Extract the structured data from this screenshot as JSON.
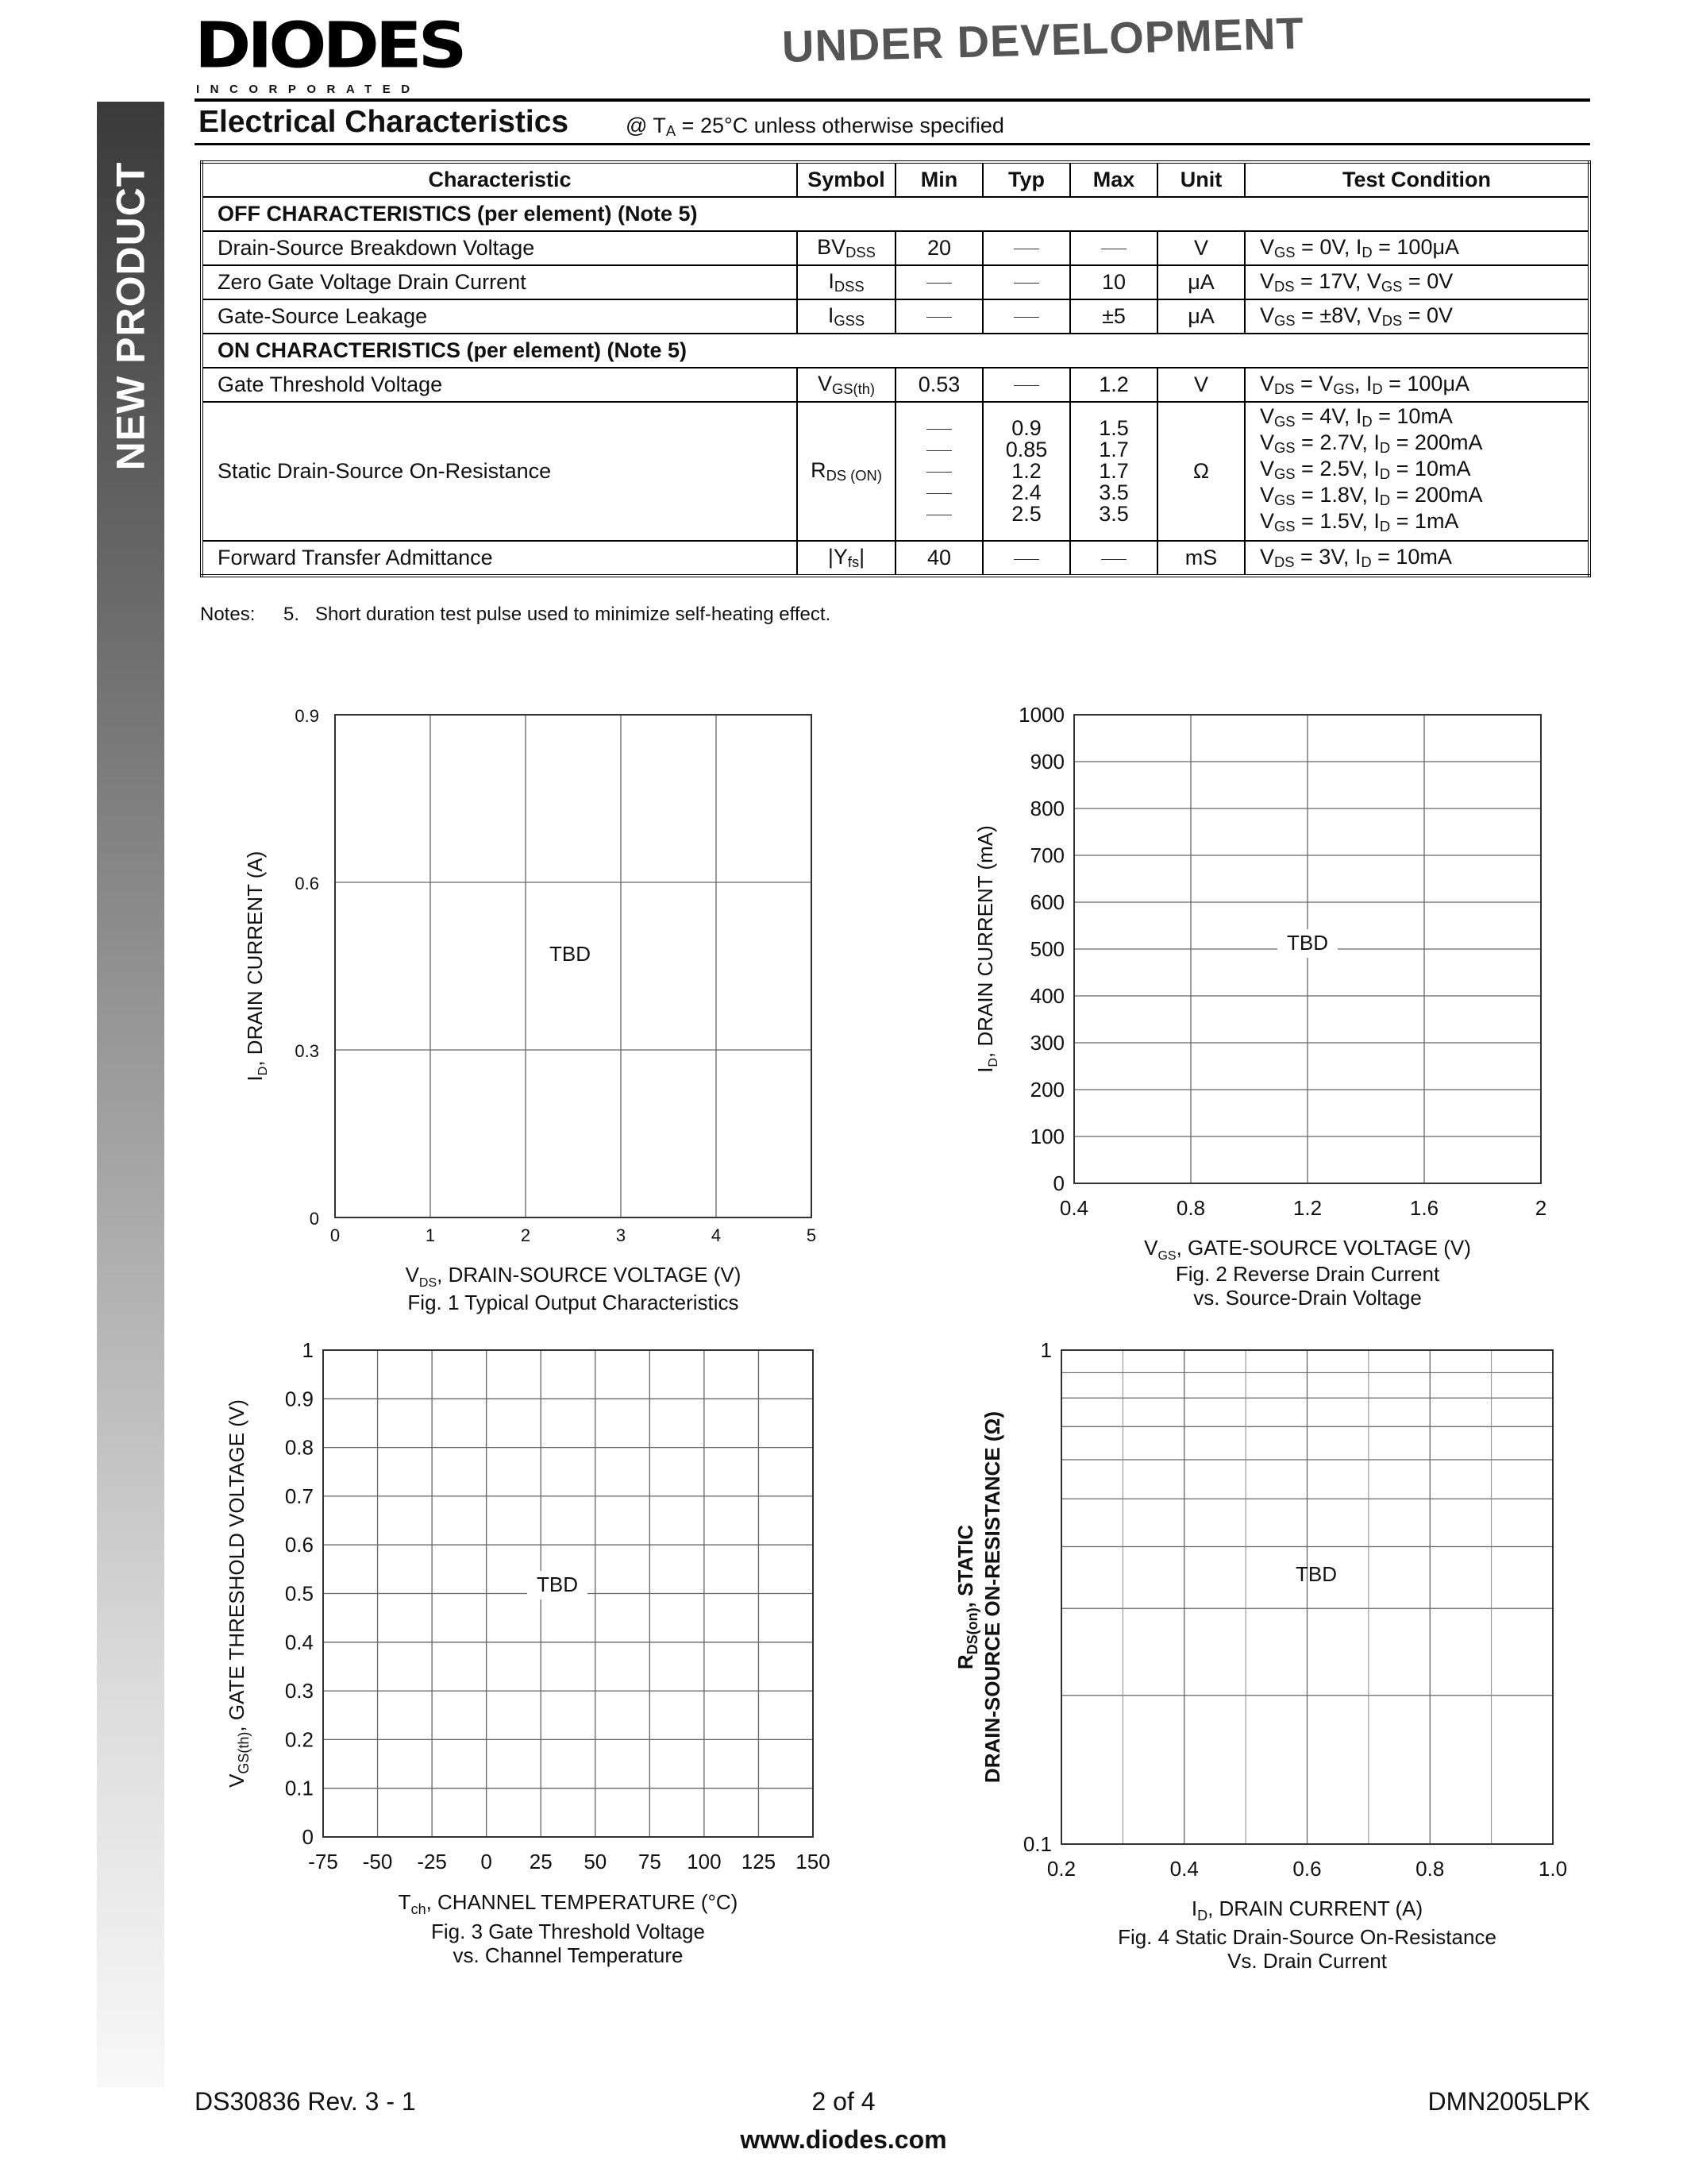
{
  "sidebar": {
    "label": "NEW PRODUCT"
  },
  "header": {
    "logo_text": "DIODES",
    "logo_sub": "INCORPORATED",
    "banner": "UNDER DEVELOPMENT"
  },
  "section": {
    "title": "Electrical Characteristics",
    "condition_prefix": "@ T",
    "condition_sub": "A",
    "condition_rest": " = 25°C unless otherwise specified"
  },
  "table": {
    "headers": [
      "Characteristic",
      "Symbol",
      "Min",
      "Typ",
      "Max",
      "Unit",
      "Test Condition"
    ],
    "off_section": "OFF CHARACTERISTICS (per element) (Note 5)",
    "on_section": "ON CHARACTERISTICS (per element) (Note 5)",
    "rows": [
      {
        "name": "Drain-Source Breakdown Voltage",
        "sym": "BV",
        "sym_sub": "DSS",
        "min": "20",
        "typ": "—",
        "max": "—",
        "unit": "V",
        "cond": "V<sub>GS</sub> = 0V, I<sub>D</sub> = 100μA"
      },
      {
        "name": "Zero Gate Voltage Drain Current",
        "sym": "I",
        "sym_sub": "DSS",
        "min": "—",
        "typ": "—",
        "max": "10",
        "unit": "μA",
        "cond": "V<sub>DS</sub> = 17V, V<sub>GS</sub> = 0V"
      },
      {
        "name": "Gate-Source Leakage",
        "sym": "I",
        "sym_sub": "GSS",
        "min": "—",
        "typ": "—",
        "max": "±5",
        "unit": "μA",
        "cond": "V<sub>GS</sub> = ±8V, V<sub>DS</sub> = 0V"
      },
      {
        "name": "Gate Threshold Voltage",
        "sym": "V",
        "sym_sub": "GS(th)",
        "min": "0.53",
        "typ": "—",
        "max": "1.2",
        "unit": "V",
        "cond": "V<sub>DS</sub> = V<sub>GS</sub>, I<sub>D</sub> = 100μA"
      },
      {
        "name": "Static Drain-Source On-Resistance",
        "sym": "R",
        "sym_sub": "DS (ON)",
        "min": [
          "—",
          "—",
          "—",
          "—",
          "—"
        ],
        "typ": [
          "0.9",
          "0.85",
          "1.2",
          "2.4",
          "2.5"
        ],
        "max": [
          "1.5",
          "1.7",
          "1.7",
          "3.5",
          "3.5"
        ],
        "unit": "Ω",
        "cond": [
          "V<sub>GS</sub> = 4V, I<sub>D</sub> = 10mA",
          "V<sub>GS</sub> = 2.7V, I<sub>D</sub> = 200mA",
          "V<sub>GS</sub> = 2.5V, I<sub>D</sub> = 10mA",
          "V<sub>GS</sub> = 1.8V, I<sub>D</sub> = 200mA",
          "V<sub>GS</sub> = 1.5V, I<sub>D</sub> = 1mA"
        ]
      },
      {
        "name": "Forward Transfer Admittance",
        "sym": "|Y",
        "sym_sub": "fs",
        "sym_post": "|",
        "min": "40",
        "typ": "—",
        "max": "—",
        "unit": "mS",
        "cond": "V<sub>DS</sub> = 3V, I<sub>D</sub> = 10mA"
      }
    ]
  },
  "notes": {
    "label": "Notes:",
    "number": "5.",
    "text": "Short duration test pulse used to minimize self-heating effect."
  },
  "chart_data": [
    {
      "type": "line",
      "placeholder": "TBD",
      "x_ticks": [
        "0",
        "1",
        "2",
        "3",
        "4",
        "5"
      ],
      "y_ticks": [
        "0",
        "0.3",
        "0.6",
        "0.9"
      ],
      "xlim": [
        0,
        5
      ],
      "ylim": [
        0,
        0.9
      ],
      "grid": true,
      "xlabel": "V<tspan font-size='16' dy='6'>DS</tspan><tspan dy='-6'>, DRAIN-SOURCE VOLTAGE (V)</tspan>",
      "ylabel": "I<tspan font-size='16' dy='6'>D</tspan><tspan dy='-6'>, DRAIN CURRENT (A)</tspan>",
      "caption": [
        "Fig. 1  Typical Output Characteristics"
      ]
    },
    {
      "type": "line",
      "placeholder": "TBD",
      "x_ticks": [
        "0.4",
        "0.8",
        "1.2",
        "1.6",
        "2"
      ],
      "y_ticks": [
        "0",
        "100",
        "200",
        "300",
        "400",
        "500",
        "600",
        "700",
        "800",
        "900",
        "1000"
      ],
      "xlim": [
        0.4,
        2
      ],
      "ylim": [
        0,
        1000
      ],
      "grid": true,
      "xlabel": "V<tspan font-size='16' dy='6'>GS</tspan><tspan dy='-6'>, GATE-SOURCE VOLTAGE (V)</tspan>",
      "ylabel": "I<tspan font-size='16' dy='6'>D</tspan><tspan dy='-6'>, DRAIN CURRENT (mA)</tspan>",
      "caption": [
        "Fig. 2  Reverse Drain Current",
        "vs. Source-Drain Voltage"
      ]
    },
    {
      "type": "line",
      "placeholder": "TBD",
      "x_ticks": [
        "-75",
        "-50",
        "-25",
        "0",
        "25",
        "50",
        "75",
        "100",
        "125",
        "150"
      ],
      "y_ticks": [
        "0",
        "0.1",
        "0.2",
        "0.3",
        "0.4",
        "0.5",
        "0.6",
        "0.7",
        "0.8",
        "0.9",
        "1"
      ],
      "xlim": [
        -75,
        150
      ],
      "ylim": [
        0,
        1
      ],
      "grid": true,
      "xlabel": "T<tspan font-size='18' dy='6'>ch</tspan><tspan dy='-6'>, CHANNEL TEMPERATURE (°C)</tspan>",
      "ylabel": "V<tspan font-size='18' dy='6'>GS(th)</tspan><tspan dy='-6'>, GATE THRESHOLD VOLTAGE (V)</tspan>",
      "caption": [
        "Fig. 3  Gate Threshold Voltage",
        "vs. Channel Temperature"
      ]
    },
    {
      "type": "line",
      "placeholder": "TBD",
      "x_ticks": [
        "0.2",
        "0.4",
        "0.6",
        "0.8",
        "1.0"
      ],
      "y_ticks": [
        "0.1",
        "1"
      ],
      "xlim": [
        0.2,
        1.0
      ],
      "ylim": [
        0.1,
        1
      ],
      "y_scale": "log",
      "grid": true,
      "xlabel": "I<tspan font-size='18' dy='6'>D</tspan><tspan dy='-6'>, DRAIN CURRENT (A)</tspan>",
      "ylabel": [
        "R<tspan font-size='18' dy='6'>DS(on)</tspan><tspan dy='-6'>, STATIC</tspan>",
        "DRAIN-SOURCE ON-RESISTANCE (Ω)"
      ],
      "caption": [
        "Fig. 4 Static Drain-Source On-Resistance",
        "Vs. Drain Current"
      ]
    }
  ],
  "footer": {
    "left": "DS30836 Rev. 3 - 1",
    "center": "2 of 4",
    "right": "DMN2005LPK",
    "website": "www.diodes.com"
  }
}
